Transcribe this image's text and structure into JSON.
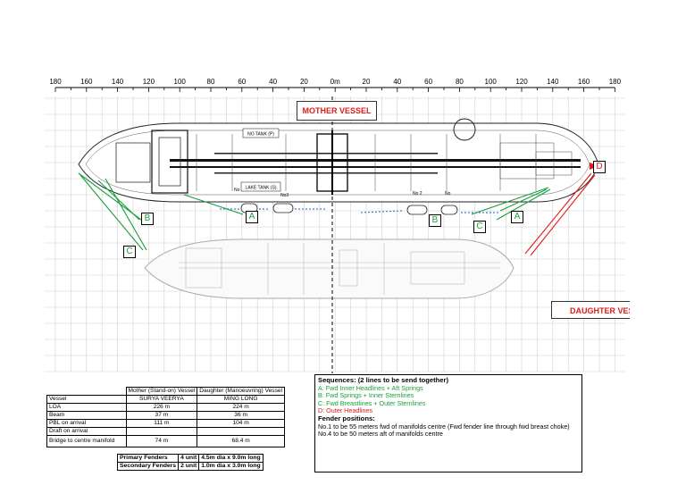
{
  "scale": {
    "labels": [
      "180",
      "160",
      "140",
      "120",
      "100",
      "80",
      "60",
      "40",
      "20",
      "0m",
      "20",
      "40",
      "60",
      "80",
      "100",
      "120",
      "140",
      "160",
      "180"
    ]
  },
  "labels": {
    "mother_vessel": "MOTHER VESSEL",
    "daughter_vessel": "DAUGHTER VES",
    "tank_top": "NO TANK (P)",
    "tank_bottom": "LAKE TANK (S)",
    "fender_no3": "No3",
    "fender_no2": "No 2",
    "fender_no4": "No",
    "fender_no1": "No"
  },
  "line_tags": [
    {
      "id": "B",
      "color": "#1a9e3a"
    },
    {
      "id": "C",
      "color": "#1a9e3a"
    },
    {
      "id": "A",
      "color": "#1a9e3a"
    },
    {
      "id": "B",
      "color": "#1a9e3a"
    },
    {
      "id": "C",
      "color": "#1a9e3a"
    },
    {
      "id": "A",
      "color": "#1a9e3a"
    },
    {
      "id": "D",
      "color": "#e21b1b"
    }
  ],
  "sequences": {
    "title": "Sequences: (2 lines to be send together)",
    "items": [
      {
        "text": "A: Fwd Inner Headlines + Aft Springs",
        "color": "green"
      },
      {
        "text": "B: Fwd Springs + Inner Sternlines",
        "color": "green"
      },
      {
        "text": "C: Fwd Breastlines + Outer Sternlines",
        "color": "green"
      },
      {
        "text": "D: Outer Headlines",
        "color": "red"
      }
    ],
    "fender_title": "Fender positions:",
    "fender_lines": [
      "No.1 to be 55 meters fwd of manifolds centre (Fwd fender line through fwd breast choke)",
      "No.4 to be 50 meters aft of manifolds centre"
    ]
  },
  "vessel_table": {
    "headers": [
      "",
      "Mother (Stand-on) Vessel",
      "Daughter (Manoeuvring) Vessel"
    ],
    "names": [
      "",
      "SURYA VEERYA",
      "MING LONG"
    ],
    "rows": [
      {
        "label": "Vessel",
        "mother": "",
        "daughter": ""
      },
      {
        "label": "LOA",
        "mother": "226 m",
        "daughter": "224 m"
      },
      {
        "label": "Beam",
        "mother": "37 m",
        "daughter": "36 m"
      },
      {
        "label": "PBL on arrival",
        "mother": "111 m",
        "daughter": "104 m"
      },
      {
        "label": "Draft on arrival",
        "mother": "",
        "daughter": ""
      },
      {
        "label": "Bridge to centre manifold",
        "mother": "74 m",
        "daughter": "68.4 m"
      }
    ]
  },
  "fender_table": [
    {
      "type": "Primary Fenders",
      "count": "4 unit",
      "size": "4.5m dia x 9.0m long"
    },
    {
      "type": "Secondary Fenders",
      "count": "2 unit",
      "size": "1.0m dia x 3.0m long"
    }
  ],
  "colors": {
    "line_green": "#1a9e3a",
    "line_red": "#e21b1b",
    "fender_blue": "#3a7bd5"
  }
}
